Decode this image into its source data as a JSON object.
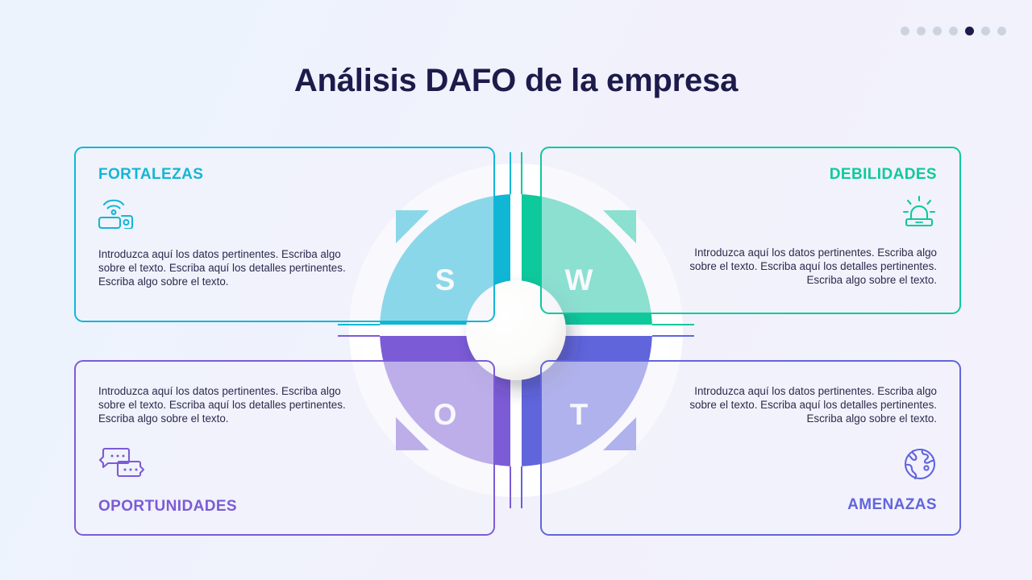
{
  "slide": {
    "title": "Análisis DAFO de la empresa",
    "background_color": "#eef4fd",
    "title_color": "#1d1b4b"
  },
  "pagination": {
    "total": 7,
    "active_index": 5,
    "dot_color": "#ccd3e0",
    "active_color": "#1d1b4b"
  },
  "body_text": "Introduzca aquí los datos pertinentes. Escriba algo sobre el texto. Escriba aquí los detalles pertinentes. Escriba algo sobre el texto.",
  "quadrants": [
    {
      "key": "strengths",
      "letter": "S",
      "heading": "FORTALEZAS",
      "color": "#0fb7d5",
      "icon": "wireless-device-icon",
      "position": "top-left",
      "body": "Introduzca aquí los datos pertinentes. Escriba algo sobre el texto. Escriba aquí los detalles pertinentes. Escriba algo sobre el texto."
    },
    {
      "key": "weaknesses",
      "letter": "W",
      "heading": "DEBILIDADES",
      "color": "#0ec99c",
      "icon": "alarm-siren-icon",
      "position": "top-right",
      "body": "Introduzca aquí los datos pertinentes. Escriba algo sobre el texto. Escriba aquí los detalles pertinentes. Escriba algo sobre el texto."
    },
    {
      "key": "opportunities",
      "letter": "O",
      "heading": "OPORTUNIDADES",
      "color": "#7c5bd6",
      "icon": "chat-bubbles-icon",
      "position": "bottom-left",
      "body": "Introduzca aquí los datos pertinentes. Escriba algo sobre el texto. Escriba aquí los detalles pertinentes. Escriba algo sobre el texto."
    },
    {
      "key": "threats",
      "letter": "T",
      "heading": "AMENAZAS",
      "color": "#6165dc",
      "icon": "globe-icon",
      "position": "bottom-right",
      "body": "Introduzca aquí los datos pertinentes. Escriba algo sobre el texto. Escriba aquí los detalles pertinentes. Escriba algo sobre el texto."
    }
  ]
}
